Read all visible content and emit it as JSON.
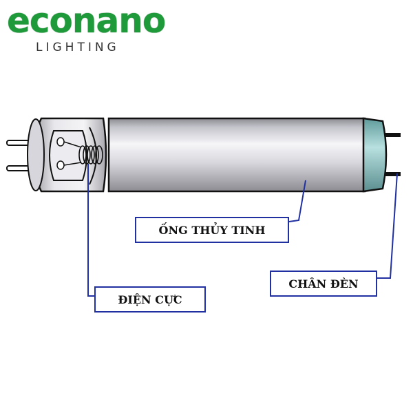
{
  "logo": {
    "brand": "econano",
    "tagline": "LIGHTING",
    "brand_color": "#1f9a3a"
  },
  "labels": {
    "glass_tube": "ỐNG THỦY TINH",
    "electrode": "ĐIỆN CỰC",
    "lamp_base": "CHÂN ĐÈN"
  },
  "colors": {
    "leader_line": "#2030a0",
    "tube_body": "#c9c9d1",
    "end_cap": "#8fc9c9"
  }
}
